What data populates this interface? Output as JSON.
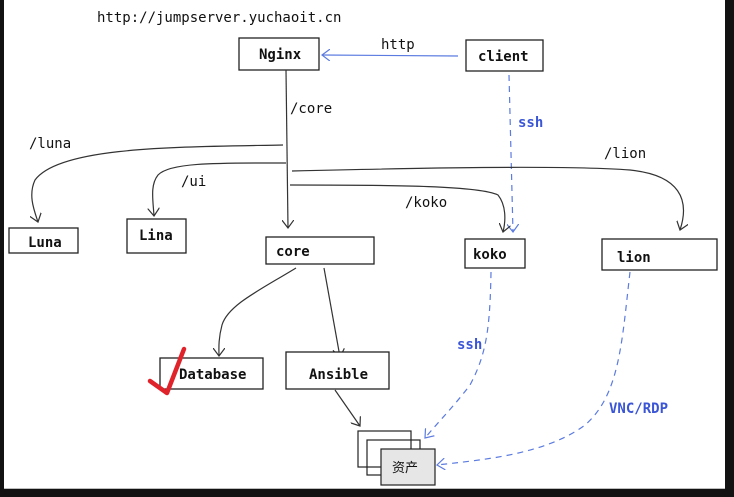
{
  "diagram": {
    "title_url": "http://jumpserver.yuchaoit.cn",
    "nodes": {
      "nginx": "Nginx",
      "client": "client",
      "luna": "Luna",
      "lina": "Lina",
      "core": "core",
      "koko": "koko",
      "lion": "lion",
      "database": "Database",
      "ansible": "Ansible",
      "assets": "资产"
    },
    "edge_labels": {
      "http": "http",
      "ssh_client": "ssh",
      "core_route": "/core",
      "luna_route": "/luna",
      "ui_route": "/ui",
      "koko_route": "/koko",
      "lion_route": "/lion",
      "ssh_koko": "ssh",
      "vnc_rdp": "VNC/RDP"
    },
    "colors": {
      "protocol_blue": "#3a55d6",
      "check_red": "#e0222a",
      "canvas": "#ffffff",
      "frame": "#121212"
    },
    "annotations": {
      "database_checked": true
    }
  }
}
